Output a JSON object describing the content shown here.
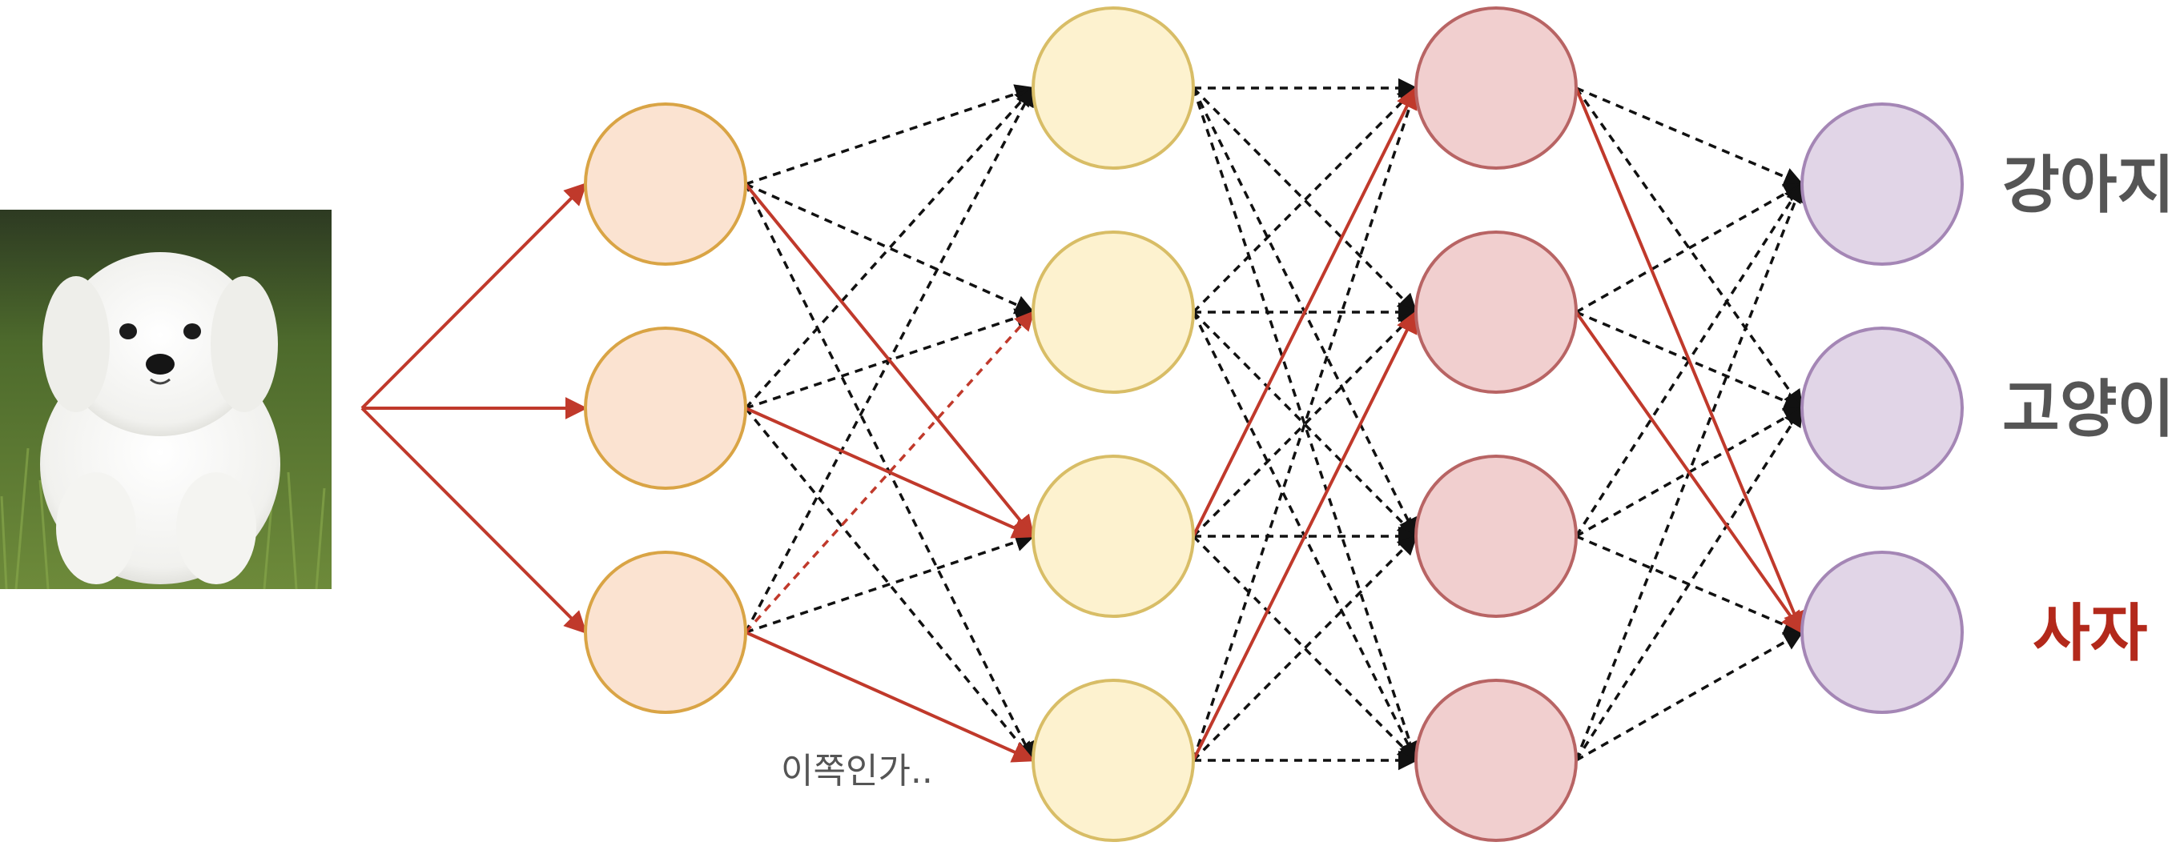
{
  "labels": {
    "dog": "강아지",
    "cat": "고양이",
    "lion": "사자"
  },
  "annotation": "이쪽인가..",
  "colors": {
    "input_fill": "#fbe3d1",
    "input_stroke": "#d9a445",
    "hidden1_fill": "#fdf2cf",
    "hidden1_stroke": "#d8bd66",
    "hidden2_fill": "#f1cfcf",
    "hidden2_stroke": "#b86464",
    "output_fill": "#e1d5e7",
    "output_stroke": "#a486b5",
    "active_edge": "#c0392b",
    "dashed_edge": "#111111",
    "label_gray": "#555555",
    "label_red": "#b3291b"
  },
  "image": {
    "subject": "white-puppy-photo"
  }
}
